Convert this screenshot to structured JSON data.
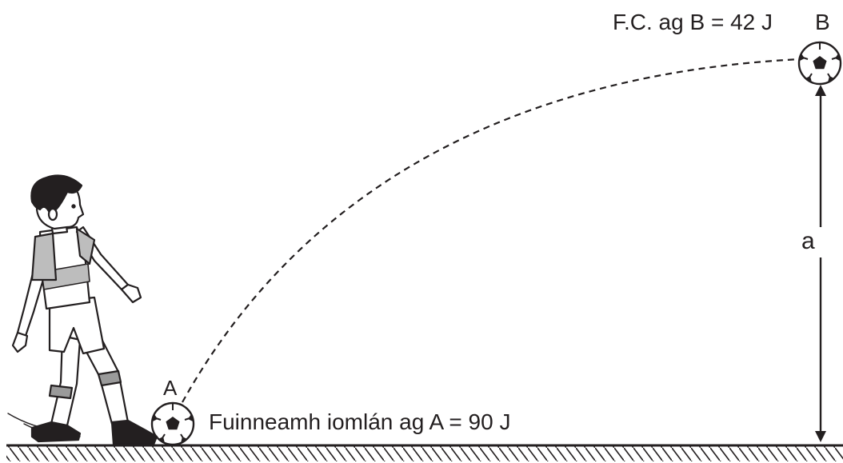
{
  "labels": {
    "top_energy": "F.C. ag B = 42 J",
    "point_b": "B",
    "point_a": "A",
    "bottom_energy": "Fuinneamh iomlán ag A = 90 J",
    "height": "a"
  },
  "colors": {
    "ink": "#231f20",
    "shirt_band": "#bdbdbd",
    "sock_band": "#9a9a9a"
  },
  "icons": [
    "soccer-ball-icon",
    "boy-kicking-figure",
    "ground-hatching"
  ]
}
